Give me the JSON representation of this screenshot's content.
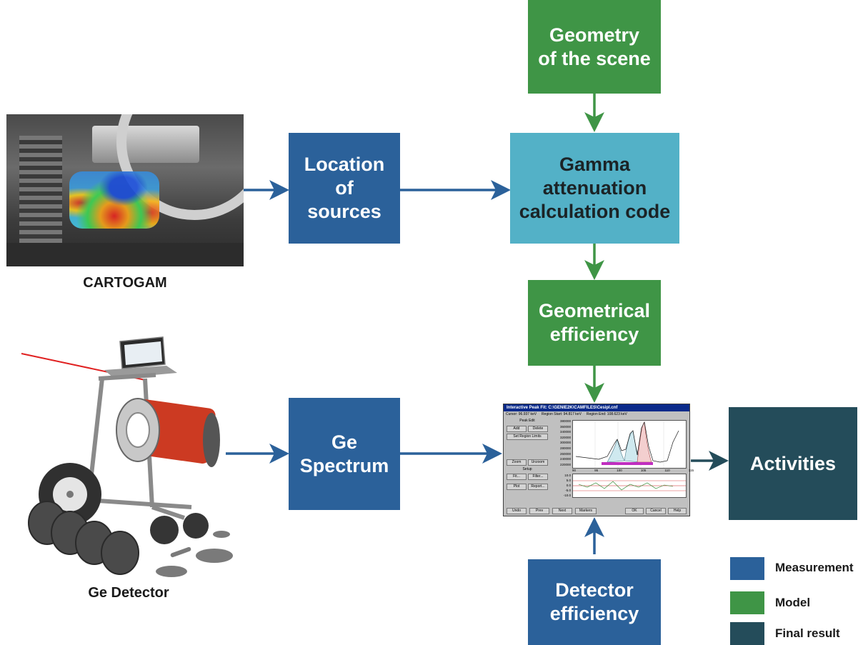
{
  "nodes": {
    "geometry": "Geometry\nof the scene",
    "location": "Location of\nsources",
    "gamma": "Gamma\nattenuation\ncalculation code",
    "geo_eff": "Geometrical\nefficiency",
    "ge_spectrum": "Ge Spectrum",
    "activities": "Activities",
    "detector_eff": "Detector\nefficiency"
  },
  "captions": {
    "cartogam": "CARTOGAM",
    "ge_detector": "Ge Detector"
  },
  "legend": [
    {
      "label": "Measurement",
      "color": "#2b619a"
    },
    {
      "label": "Model",
      "color": "#3f9546"
    },
    {
      "label": "Final result",
      "color": "#244c5a"
    }
  ],
  "colors": {
    "measurement": "#2b619a",
    "model": "#3f9546",
    "calculation": "#53b1c7",
    "final_result": "#244c5a",
    "arrow_blue": "#2b619a",
    "arrow_green": "#3f9546",
    "arrow_dark": "#244c5a"
  },
  "software_window": {
    "title": "Interactive Peak Fit: C:\\GENIE2K\\CAMFILES\\Cesipl.cnf",
    "cursor": "Cursor:  96.937 keV",
    "region_start": "Region Start:  94.817 keV",
    "region_end": "Region End:  108.623 keV",
    "panel_buttons": [
      "Peak Edit",
      "Add",
      "Delete",
      "Set Region Limits",
      "Zoom",
      "Unzoom",
      "Setup",
      "Fit...",
      "Filter...",
      "Plot",
      "Report..."
    ],
    "y_axis_top": [
      "380000",
      "360000",
      "340000",
      "320000",
      "300000",
      "280000",
      "260000",
      "240000",
      "220000"
    ],
    "x_axis": [
      "90",
      "95",
      "100",
      "105",
      "110",
      "115"
    ],
    "y_axis_bottom": [
      "10.0",
      "5.0",
      "0.0",
      "-5.0",
      "-10.0"
    ],
    "bottom_buttons": [
      "Undo",
      "Prev",
      "Next",
      "Markers",
      "OK",
      "Cancel",
      "Help"
    ]
  }
}
